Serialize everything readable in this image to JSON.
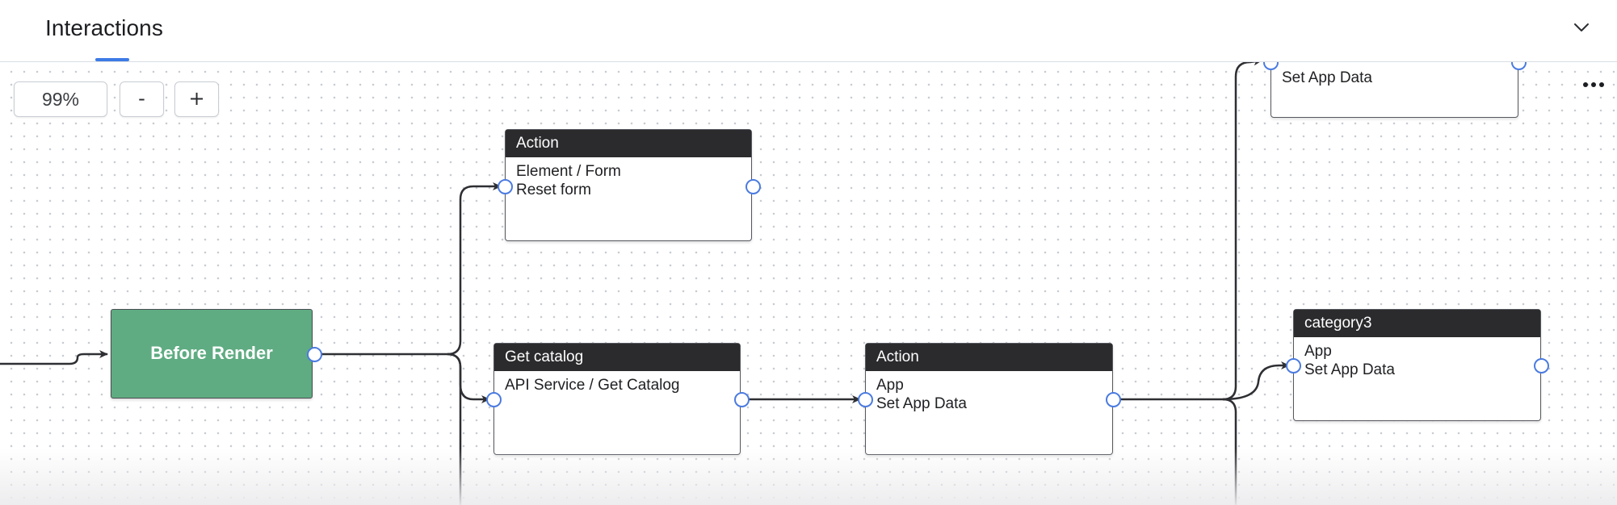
{
  "header": {
    "title": "Interactions",
    "chevron_icon": "chevron-down-icon"
  },
  "toolbar": {
    "zoom_level": "99%",
    "zoom_out_label": "-",
    "zoom_in_label": "+",
    "more_icon": "more-horizontal-icon"
  },
  "colors": {
    "accent": "#3d7be6",
    "start_node": "#5fac82",
    "node_header": "#2b2b2d",
    "port": "#4b7be0"
  },
  "nodes": {
    "before_render": {
      "label": "Before Render"
    },
    "action_reset": {
      "title": "Action",
      "lines": [
        "Element / Form",
        "Reset form"
      ]
    },
    "get_catalog": {
      "title": "Get catalog",
      "lines": [
        "API Service / Get Catalog"
      ]
    },
    "action_app": {
      "title": "Action",
      "lines": [
        "App",
        "Set App Data"
      ]
    },
    "top_partial": {
      "lines": [
        "Set App Data"
      ]
    },
    "category3": {
      "title": "category3",
      "lines": [
        "App",
        "Set App Data"
      ]
    }
  }
}
